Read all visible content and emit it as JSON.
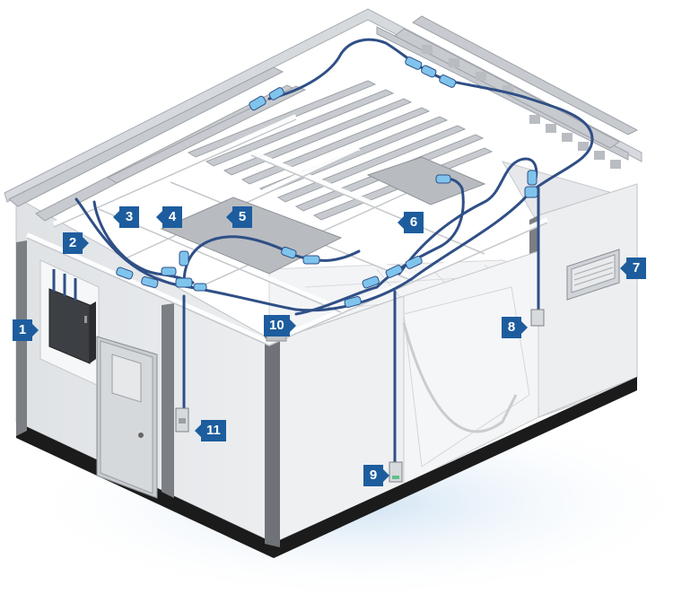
{
  "callouts": [
    {
      "id": "1",
      "label": "1"
    },
    {
      "id": "2",
      "label": "2"
    },
    {
      "id": "3",
      "label": "3"
    },
    {
      "id": "4",
      "label": "4"
    },
    {
      "id": "5",
      "label": "5"
    },
    {
      "id": "6",
      "label": "6"
    },
    {
      "id": "7",
      "label": "7"
    },
    {
      "id": "8",
      "label": "8"
    },
    {
      "id": "9",
      "label": "9"
    },
    {
      "id": "10",
      "label": "10"
    },
    {
      "id": "11",
      "label": "11"
    }
  ],
  "colors": {
    "callout": "#1d5d9e",
    "cable": "#2f4f86",
    "connector": "#7fc4ec",
    "wall": "#e4e6e8",
    "wall_shade": "#c9ccd0",
    "floor_glow": "#dbe9f5",
    "base": "#1b1b1b"
  },
  "icons": {
    "panel": "electrical-panel-icon",
    "door": "door-icon",
    "ac": "wall-ac-unit-icon",
    "switch": "wall-switch-icon"
  }
}
